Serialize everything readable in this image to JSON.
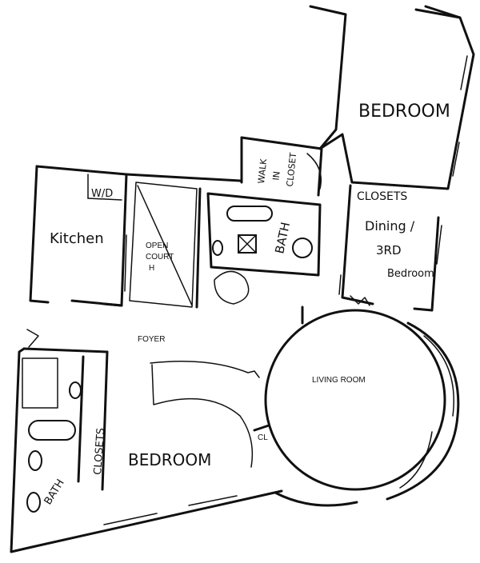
{
  "rooms": {
    "bedroom_top": "BEDROOM",
    "walk_in_closet": [
      "WALK",
      "IN",
      "CLOSET"
    ],
    "closets_top": "CLOSETS",
    "dining": [
      "Dining /",
      "3RD",
      "Bedroom"
    ],
    "kitchen": "Kitchen",
    "wd": "W/D",
    "open_court": [
      "OPEN",
      "COURT",
      "H"
    ],
    "bath_mid": "BATH",
    "foyer": "FOYER",
    "living_room": "LIVING ROOM",
    "cl": "CL",
    "bedroom_bottom": "BEDROOM",
    "closets_bottom": "CLOSETS",
    "bath_bottom": "BATH"
  }
}
